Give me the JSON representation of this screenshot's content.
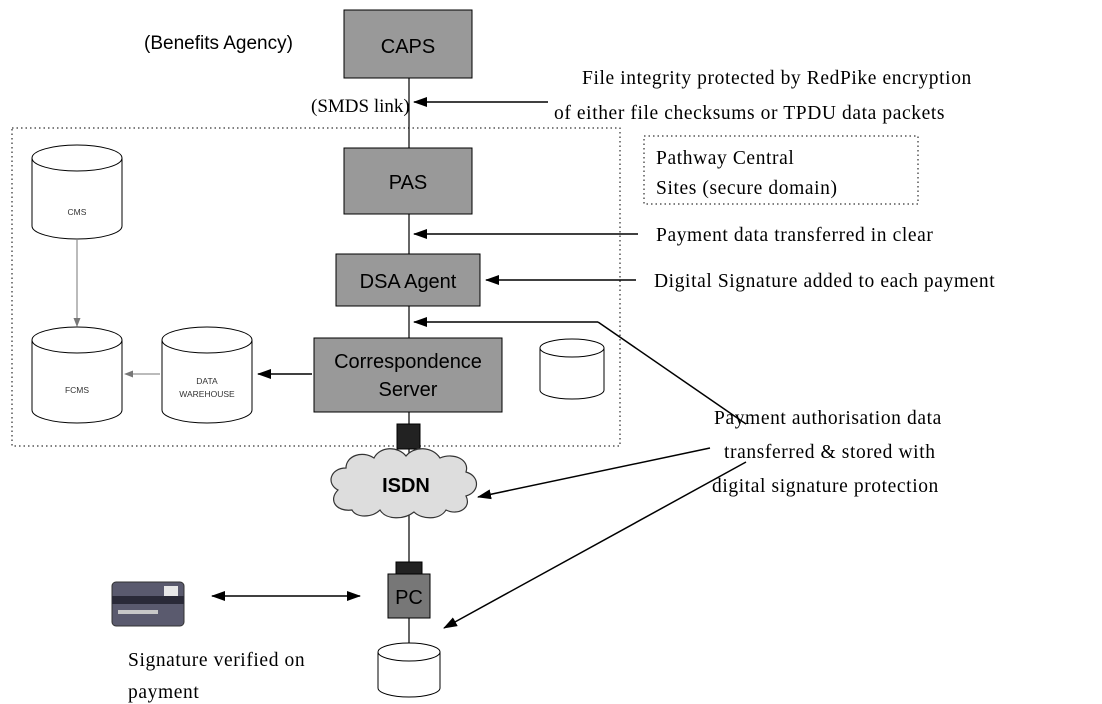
{
  "labels": {
    "agency": "(Benefits Agency)",
    "smds_link": "(SMDS link)"
  },
  "boxes": {
    "caps": "CAPS",
    "pas": "PAS",
    "dsa": "DSA Agent",
    "corr_line1": "Correspondence",
    "corr_line2": "Server",
    "isdn": "ISDN",
    "pc": "PC"
  },
  "databases": {
    "cms": "CMS",
    "fcms": "FCMS",
    "warehouse_line1": "DATA",
    "warehouse_line2": "WAREHOUSE"
  },
  "notes": {
    "integrity_line1": "File integrity protected by RedPike encryption",
    "integrity_line2": "of either file checksums or TPDU data packets",
    "domain_line1": "Pathway Central",
    "domain_line2": "Sites (secure domain)",
    "payment_clear": "Payment data transferred in clear",
    "digital_signature": "Digital Signature added to each payment",
    "auth_line1": "Payment authorisation data",
    "auth_line2": "transferred & stored with",
    "auth_line3": "digital signature protection",
    "verified_line1": "Signature verified on",
    "verified_line2": "payment"
  },
  "colors": {
    "box_fill": "#999999",
    "pc_fill": "#777777",
    "cloud_fill": "#dddddd",
    "connector_fill": "#222222"
  }
}
